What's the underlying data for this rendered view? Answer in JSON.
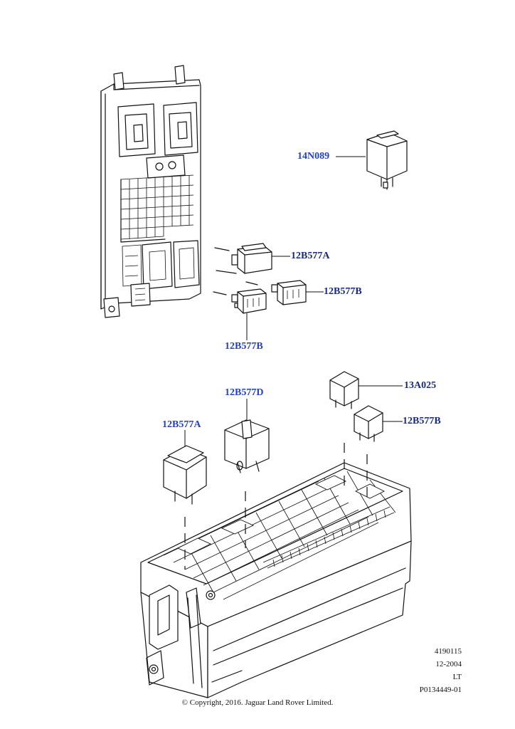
{
  "labels": {
    "part_14n089": "14N089",
    "part_12b577a_top": "12B577A",
    "part_12b577b_right": "12B577B",
    "part_12b577b_below": "12B577B",
    "part_12b577d": "12B577D",
    "part_12b577a_bottom": "12B577A",
    "part_13a025": "13A025",
    "part_12b577b_bottom": "12B577B"
  },
  "footer": {
    "line1": "4190115",
    "line2": "12-2004",
    "line3": "LT",
    "line4": "P0134449-01",
    "copyright": "© Copyright, 2016. Jaguar Land Rover Limited."
  },
  "colors": {
    "label_blue": "#2340c8",
    "label_navy": "#1a2a7a",
    "line": "#111111"
  }
}
